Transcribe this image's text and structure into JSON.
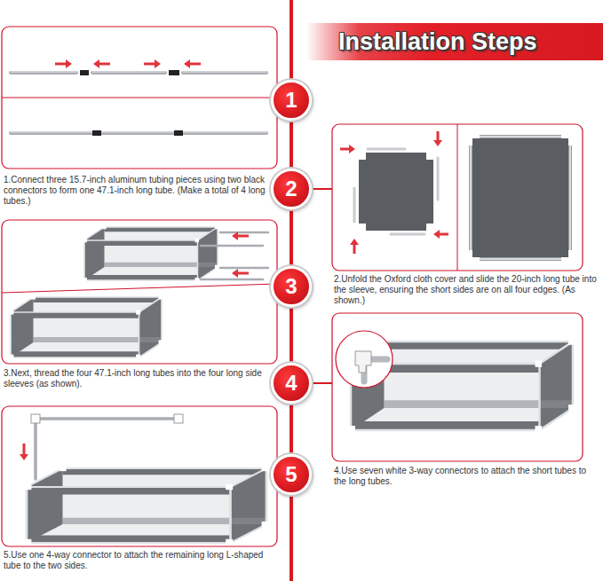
{
  "diagram": {
    "title": "Installation Steps",
    "nodes": [
      {
        "text": [
          "1"
        ]
      },
      {
        "text": [
          "2"
        ]
      },
      {
        "text": [
          "3"
        ]
      },
      {
        "text": [
          "4"
        ]
      },
      {
        "text": [
          "5"
        ]
      }
    ],
    "edges": [
      {
        "from": 0,
        "to": 1,
        "arrow": "none"
      },
      {
        "from": 1,
        "to": 2,
        "arrow": "none"
      },
      {
        "from": 2,
        "to": 3,
        "arrow": "none"
      },
      {
        "from": 3,
        "to": 4,
        "arrow": "none"
      }
    ],
    "labels": [
      "1.Connect three 15.7-inch aluminum tubing pieces using two black connectors to form one 47.1-inch long tube. (Make a total of 4 long tubes.)",
      "2.Unfold the Oxford cloth cover and slide the 20-inch long tube into the sleeve, ensuring the short sides are on all four edges. (As shown.)",
      "3.Next, thread the four 47.1-inch long tubes into the four long side sleeves (as shown).",
      "4.Use seven white 3-way connectors to attach the short tubes to the long tubes.",
      "5.Use one 4-way connector to attach the remaining long L-shaped tube to the two sides."
    ]
  }
}
